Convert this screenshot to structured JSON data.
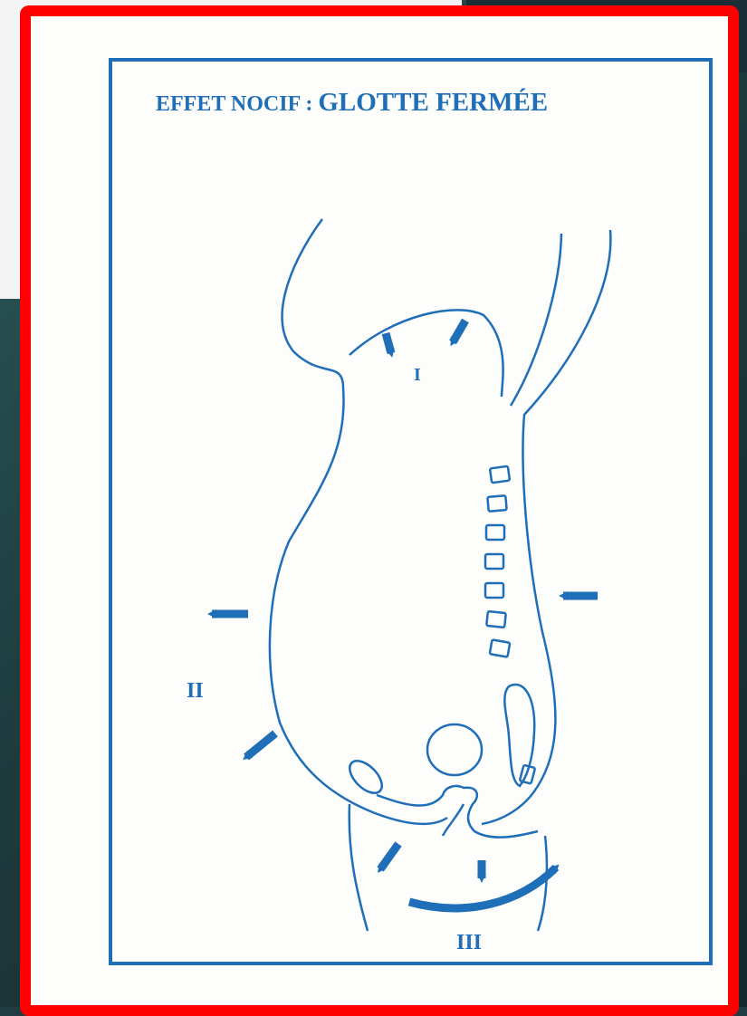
{
  "title": {
    "prefix": "EFFET NOCIF : ",
    "emphasis": "GLOTTE FERMÉE"
  },
  "zones": {
    "zone1": "I",
    "zone2": "II",
    "zone3": "III"
  },
  "colors": {
    "accent": "#1f6fb8",
    "frame": "#ff0000"
  }
}
